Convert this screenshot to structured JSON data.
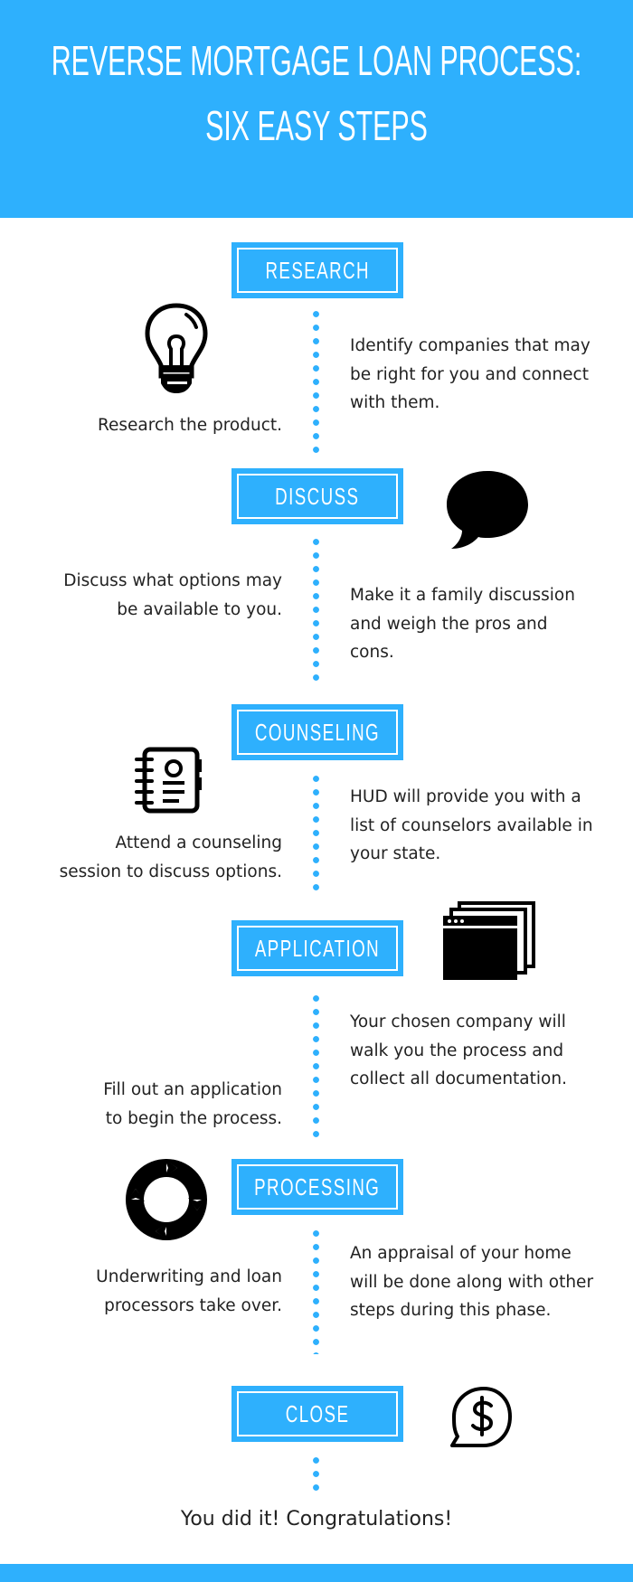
{
  "header": {
    "title_line1": "Reverse Mortgage Loan Process:",
    "title_line2": "Six Easy Steps"
  },
  "colors": {
    "accent": "#2eb0fd",
    "text": "#222222"
  },
  "steps": [
    {
      "label": "RESEARCH",
      "icon": "lightbulb-icon",
      "left": [
        "Research the product."
      ],
      "right": [
        "Identify companies that may",
        "be right for you and connect",
        "with them."
      ]
    },
    {
      "label": "DISCUSS",
      "icon": "speech-bubble-icon",
      "left": [
        "Discuss what options may",
        "be available to you."
      ],
      "right": [
        "Make it a family discussion",
        "and weigh the pros and",
        "cons."
      ]
    },
    {
      "label": "COUNSELING",
      "icon": "address-book-icon",
      "left": [
        "Attend a counseling",
        "session to discuss options."
      ],
      "right": [
        "HUD will provide you with a",
        "list of counselors available in",
        "your state."
      ]
    },
    {
      "label": "APPLICATION",
      "icon": "browser-windows-icon",
      "left": [
        "Fill out an application",
        "to begin the process."
      ],
      "right": [
        "Your chosen company will",
        "walk you the process and",
        "collect all documentation."
      ]
    },
    {
      "label": "PROCESSING",
      "icon": "cycle-arrows-icon",
      "left": [
        "Underwriting and loan",
        "processors take over."
      ],
      "right": [
        "An appraisal of your home",
        "will be done along with other",
        "steps during this phase."
      ]
    },
    {
      "label": "CLOSE",
      "icon": "dollar-bubble-icon"
    }
  ],
  "final_message": "You did it! Congratulations!"
}
